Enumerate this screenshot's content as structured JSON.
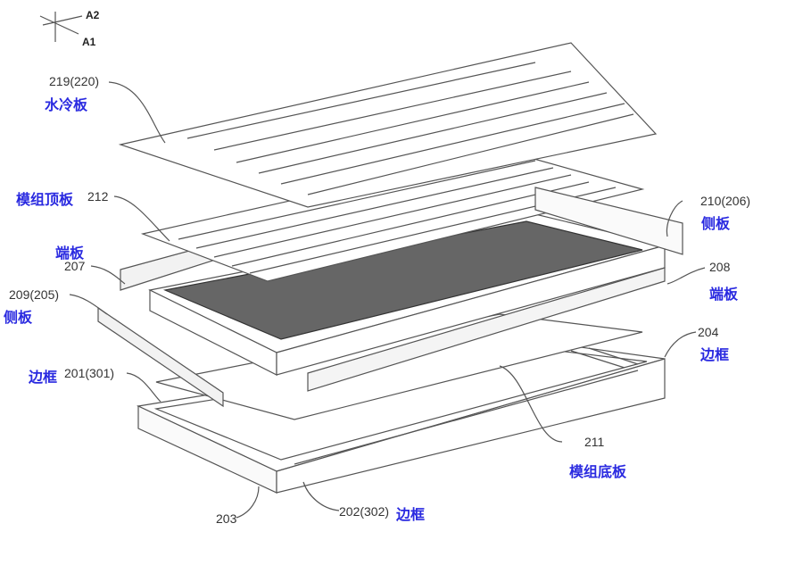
{
  "axes": {
    "a1": "A1",
    "a2": "A2"
  },
  "labels": {
    "cooling_plate": {
      "num": "219(220)",
      "name": "水冷板"
    },
    "module_top_plate": {
      "num": "212",
      "name": "模组顶板"
    },
    "end_plate_left": {
      "num": "207",
      "name": "端板"
    },
    "side_plate_left": {
      "num": "209(205)",
      "name": "侧板"
    },
    "frame_left": {
      "num": "201(301)",
      "name": "边框"
    },
    "side_plate_right": {
      "num": "210(206)",
      "name": "侧板"
    },
    "end_plate_right": {
      "num": "208",
      "name": "端板"
    },
    "frame_right": {
      "num": "204",
      "name": "边框"
    },
    "module_bottom_plate": {
      "num": "211",
      "name": "模组底板"
    },
    "frame_corner": {
      "num": "203"
    },
    "frame_front": {
      "num": "202(302)",
      "name": "边框"
    }
  },
  "colors": {
    "label_cn": "#2a2ae0",
    "line": "#555555",
    "cells": "#555555"
  }
}
